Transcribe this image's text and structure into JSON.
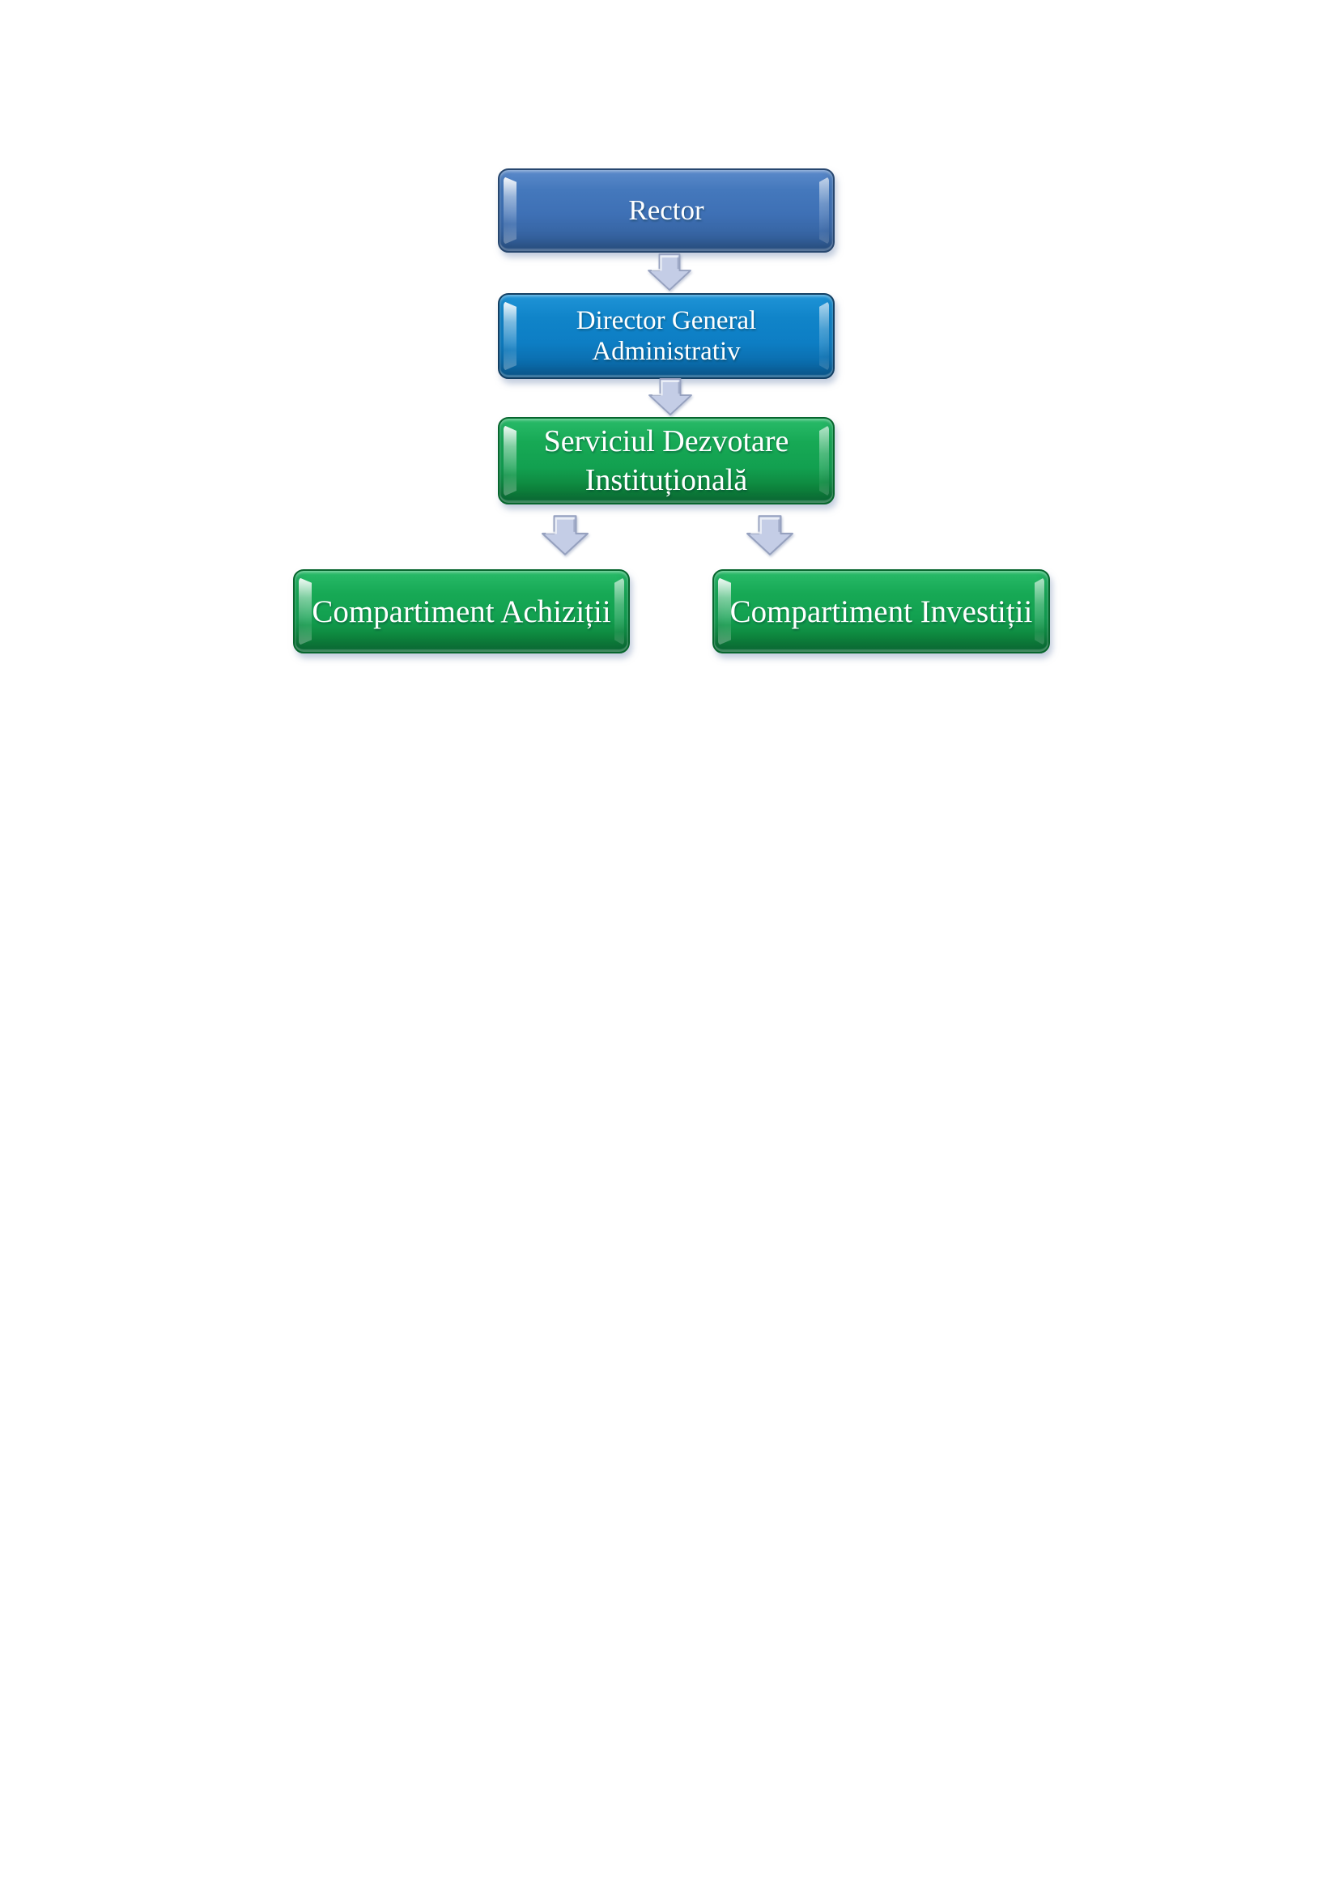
{
  "page": {
    "background_color": "#ffffff",
    "content": "organizational chart on blank document page"
  },
  "diagram": {
    "type": "org-chart",
    "nodes": {
      "rector": {
        "label": "Rector",
        "level": 1,
        "fill_color": "#3e70b5",
        "text_color": "#ffffff"
      },
      "director_general": {
        "label": "Director General Administrativ",
        "line1": "Director General",
        "line2": "Administrativ",
        "level": 2,
        "fill_color": "#0d7ec4",
        "text_color": "#ffffff"
      },
      "serviciul_dezvotare": {
        "label": "Serviciul Dezvotare Instituțională",
        "line1": "Serviciul Dezvotare",
        "line2": "Instituțională",
        "level": 3,
        "fill_color": "#12a050",
        "text_color": "#ffffff"
      },
      "compartiment_achizitii": {
        "label": "Compartiment Achiziții",
        "level": 4,
        "fill_color": "#12a050",
        "text_color": "#ffffff"
      },
      "compartiment_investitii": {
        "label": "Compartiment Investiții",
        "level": 4,
        "fill_color": "#12a050",
        "text_color": "#ffffff"
      }
    },
    "edges": [
      {
        "from": "Rector",
        "to": "Director General Administrativ"
      },
      {
        "from": "Director General Administrativ",
        "to": "Serviciul Dezvotare Instituțională"
      },
      {
        "from": "Serviciul Dezvotare Instituțională",
        "to": "Compartiment Achiziții"
      },
      {
        "from": "Serviciul Dezvotare Instituțională",
        "to": "Compartiment Investiții"
      }
    ],
    "connector_style": {
      "shape": "block-arrow-down",
      "fill_color": "#c4cde6",
      "border_color": "#96a1bf"
    }
  }
}
